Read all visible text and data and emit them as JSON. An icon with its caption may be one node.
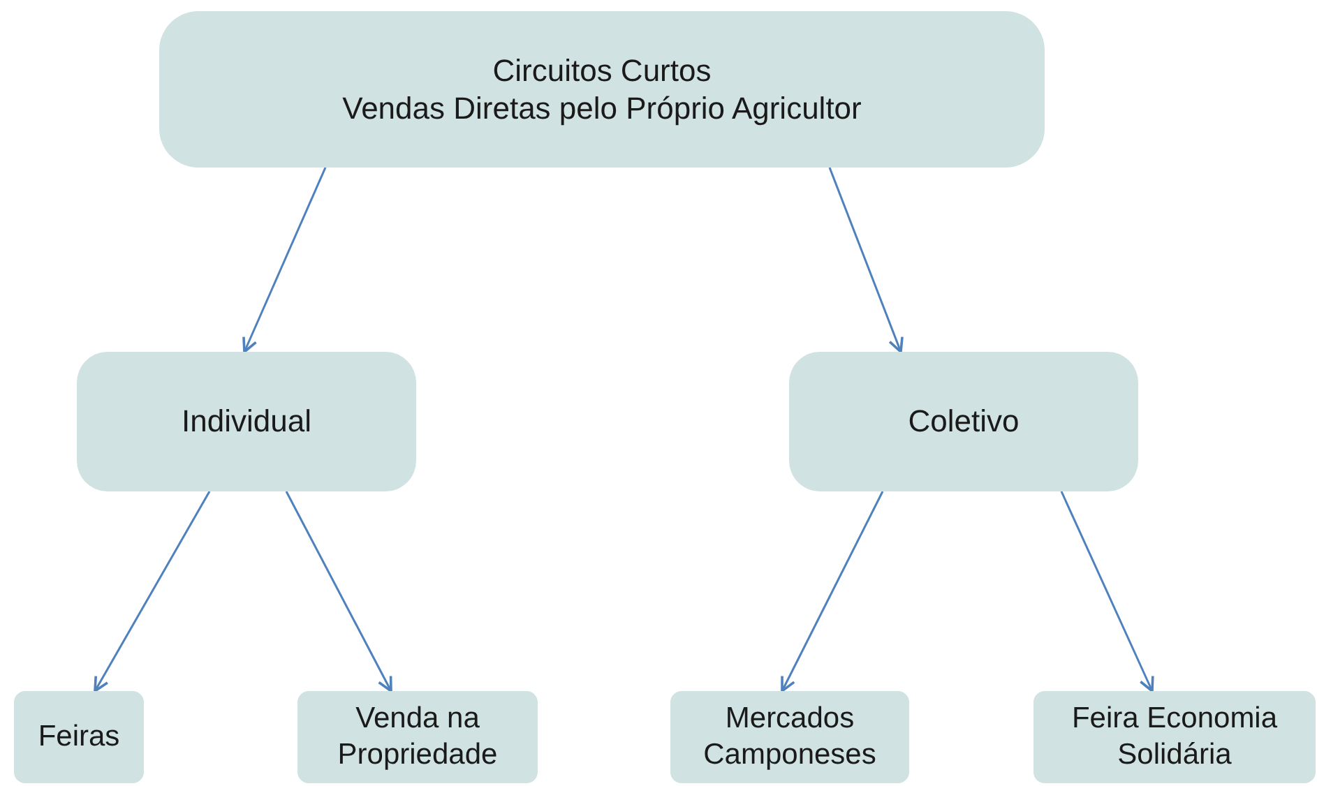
{
  "diagram": {
    "nodes": [
      {
        "text": [
          "Circuitos Curtos",
          "Vendas Diretas pelo Próprio Agricultor"
        ]
      },
      {
        "text": [
          "Individual"
        ]
      },
      {
        "text": [
          "Coletivo"
        ]
      },
      {
        "text": [
          "Feiras"
        ]
      },
      {
        "text": [
          "Venda na Propriedade"
        ]
      },
      {
        "text": [
          "Mercados Camponeses"
        ]
      },
      {
        "text": [
          "Feira Economia Solidária"
        ]
      }
    ],
    "edges": [
      {
        "from": 0,
        "to": 1,
        "arrow": "to"
      },
      {
        "from": 0,
        "to": 2,
        "arrow": "to"
      },
      {
        "from": 1,
        "to": 3,
        "arrow": "to"
      },
      {
        "from": 1,
        "to": 4,
        "arrow": "to"
      },
      {
        "from": 2,
        "to": 5,
        "arrow": "to"
      },
      {
        "from": 2,
        "to": 6,
        "arrow": "to"
      }
    ]
  }
}
